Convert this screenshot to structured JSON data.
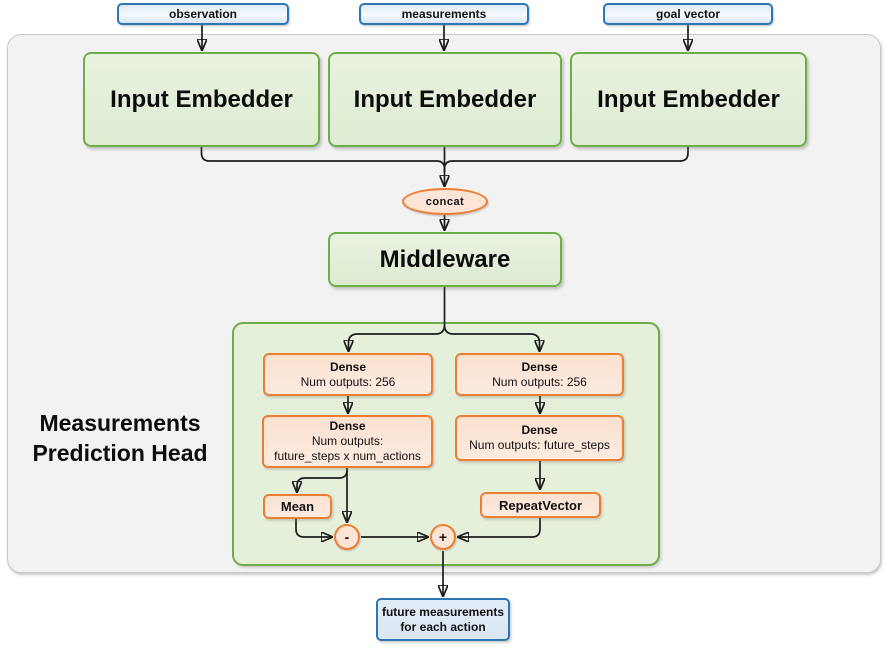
{
  "inputs": [
    {
      "label": "observation"
    },
    {
      "label": "measurements"
    },
    {
      "label": "goal vector"
    }
  ],
  "embedders": [
    {
      "label": "Input Embedder"
    },
    {
      "label": "Input Embedder"
    },
    {
      "label": "Input Embedder"
    }
  ],
  "concat": {
    "label": "concat"
  },
  "middleware": {
    "label": "Middleware"
  },
  "prediction_head": {
    "title_line1": "Measurements",
    "title_line2": "Prediction Head",
    "dense_left_top": {
      "name": "Dense",
      "detail": "Num outputs: 256"
    },
    "dense_left_bottom": {
      "name": "Dense",
      "detail_line1": "Num outputs:",
      "detail_line2": "future_steps x num_actions"
    },
    "dense_right_top": {
      "name": "Dense",
      "detail": "Num outputs: 256"
    },
    "dense_right_bottom": {
      "name": "Dense",
      "detail": "Num outputs: future_steps"
    },
    "mean": {
      "label": "Mean"
    },
    "repeat_vector": {
      "label": "RepeatVector"
    },
    "subtract_op": {
      "label": "-"
    },
    "add_op": {
      "label": "+"
    }
  },
  "output": {
    "line1": "future measurements",
    "line2": "for each action"
  },
  "colors": {
    "green_border": "#70ad47",
    "green_fill": "#e2efd9",
    "orange_border": "#ed7d31",
    "orange_fill": "#fce4d6",
    "blue_border": "#2e75b6",
    "blue_fill": "#d9e7f5",
    "container_fill": "#f2f2f2",
    "container_border": "#c9c9c9",
    "line_color": "#1c1c1c"
  }
}
